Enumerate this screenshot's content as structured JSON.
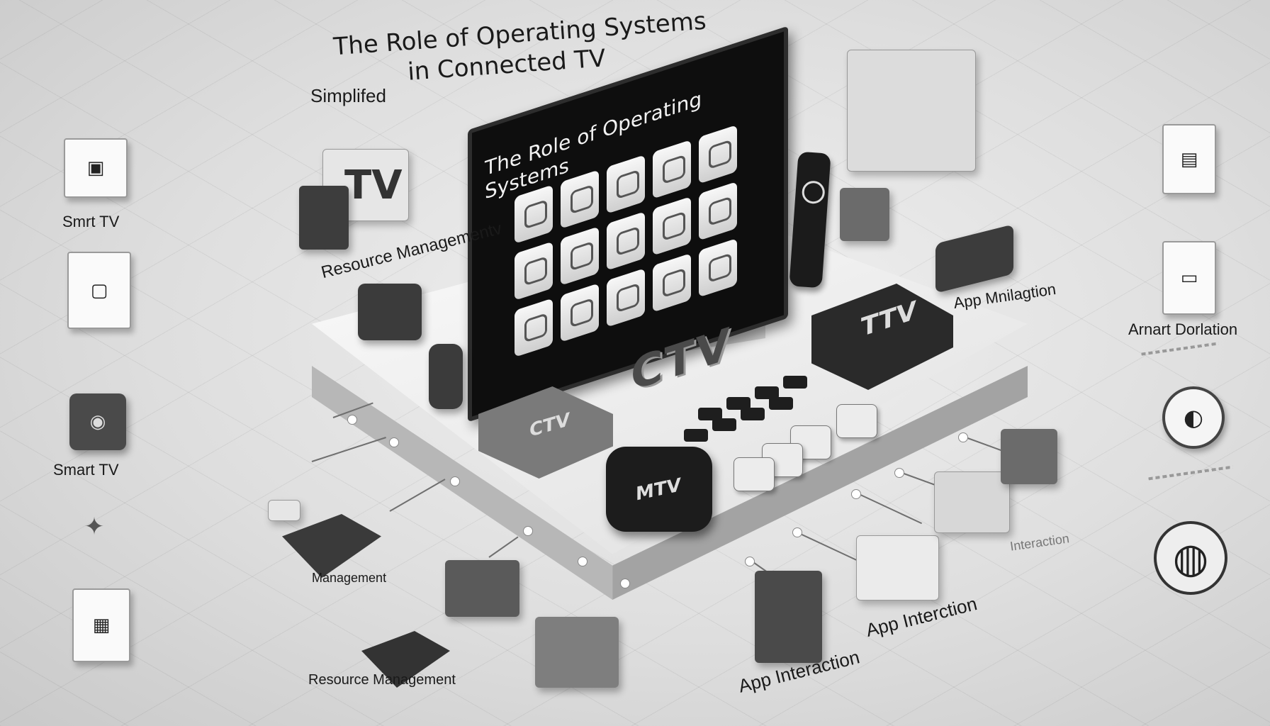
{
  "title": {
    "line1": "The Role of Operating Systems",
    "line2": "in Connected TV"
  },
  "screen": {
    "title": "The Role of Operating Systems"
  },
  "labels": {
    "simplified": "Simplifed",
    "resource_management_top": "Resource Managementv",
    "smart_tv_top": "Smrt TV",
    "smart_tv_mid": "Smart TV",
    "management_mid": "Management",
    "resource_management_bottom": "Resource Management",
    "app_interaction_bottom": "App Interaction",
    "app_interction": "App Interction",
    "app_mnilagtion": "App Mnilagtion",
    "arnart_dorlation": "Arnart Dorlation",
    "interaction_right": "Interaction"
  },
  "device_text": {
    "tv_block": "TV",
    "ctv_center": "CTV",
    "ctv_box": "CTV",
    "mtv_box": "MTV",
    "ttv_box": "TTV"
  },
  "icons": {
    "left_column": [
      "tv-icon",
      "display-icon",
      "speaker-icon",
      "gamepad-icon",
      "outlet-icon"
    ],
    "right_column": [
      "outlet-icon",
      "battery-icon",
      "disc-icon",
      "globe-icon"
    ]
  }
}
